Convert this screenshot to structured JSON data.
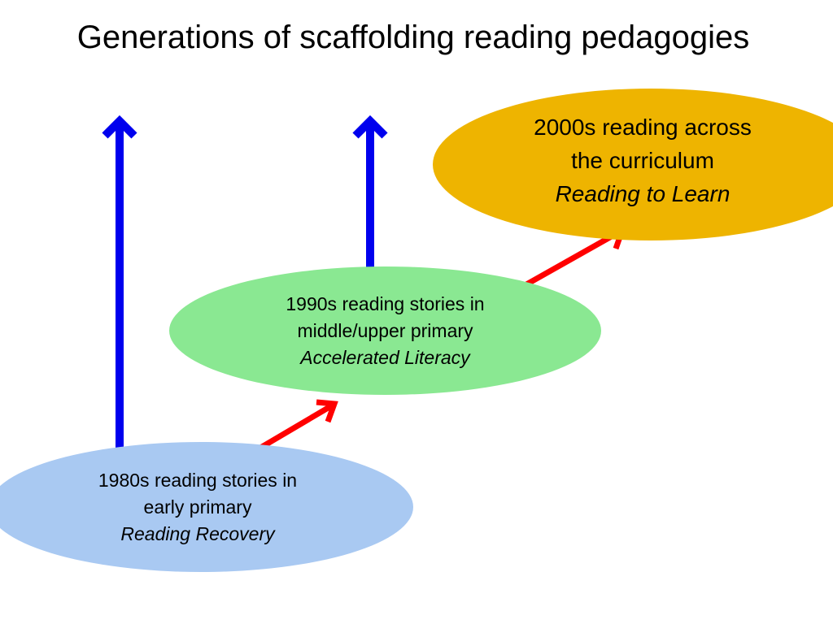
{
  "title": "Generations of scaffolding reading pedagogies",
  "colors": {
    "blue_arrow": "#0000ee",
    "red_arrow": "#ff0000",
    "ellipse_1980s": "#a9c9f2",
    "ellipse_1990s": "#8ae892",
    "ellipse_2000s": "#eeb400"
  },
  "eras": [
    {
      "line1": "1980s reading stories in",
      "line2": "early primary",
      "pedagogy": "Reading Recovery"
    },
    {
      "line1": "1990s reading stories in",
      "line2": "middle/upper primary",
      "pedagogy": "Accelerated Literacy"
    },
    {
      "line1": "2000s reading across",
      "line2": "the curriculum",
      "pedagogy": "Reading to Learn"
    }
  ]
}
